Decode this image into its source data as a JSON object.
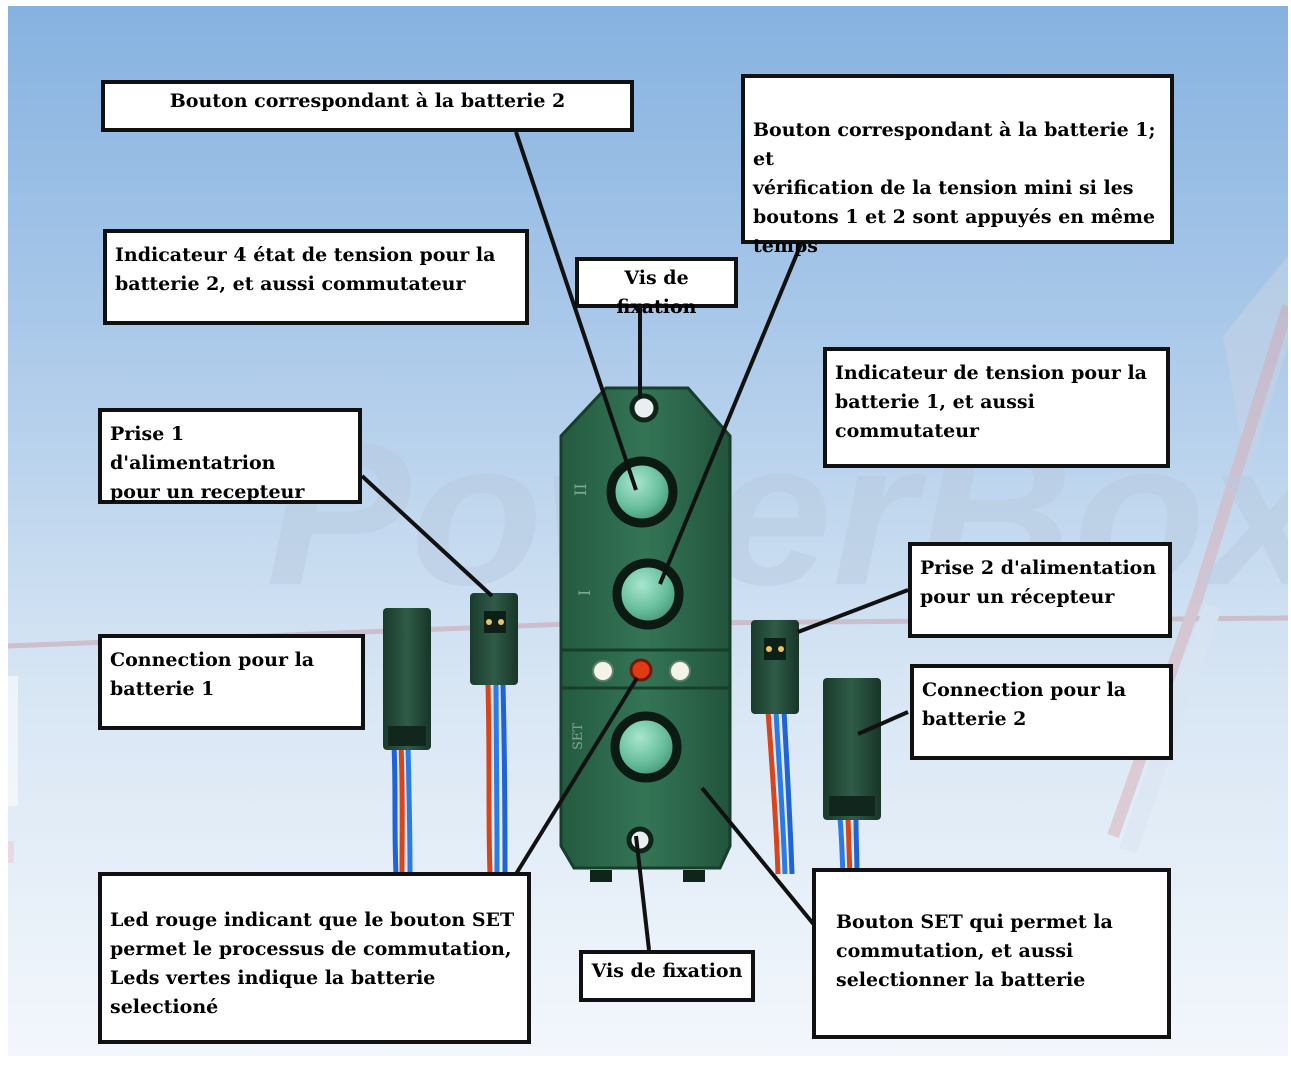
{
  "brand": {
    "watermark": "PowerBox"
  },
  "labels": {
    "bouton_b2": "Bouton correspondant à la batterie 2",
    "bouton_b1": "Bouton correspondant à la batterie 1; et\nvérification de la tension mini si les\nboutons 1 et 2 sont appuyés en même\ntemps",
    "indic4_b2": "Indicateur 4 état de tension pour la\nbatterie 2, et aussi commutateur",
    "vis_top": "Vis de fixation",
    "indic_b1": "Indicateur de tension pour  la\nbatterie 1, et aussi\ncommutateur",
    "prise1": "Prise 1 d'alimentatrion\npour un recepteur",
    "prise2": "Prise 2 d'alimentation\npour un récepteur",
    "conn_b1": "Connection pour la\nbatterie 1",
    "conn_b2": "Connection pour la\nbatterie 2",
    "led": "Led rouge indicant que le bouton SET\npermet le processus de commutation,\nLeds vertes indique la batterie selectioné",
    "vis_bottom": "Vis de fixation",
    "set": "Bouton SET qui permet la\ncommutation, et aussi\nselectionner   la batterie"
  },
  "device": {
    "button_marks": [
      "II",
      "I",
      "SET"
    ],
    "colors": {
      "body": "#2e6b4d",
      "button": "#6fc1a2",
      "led_red": "#e23a14",
      "led_white": "#f4f4e6"
    }
  }
}
